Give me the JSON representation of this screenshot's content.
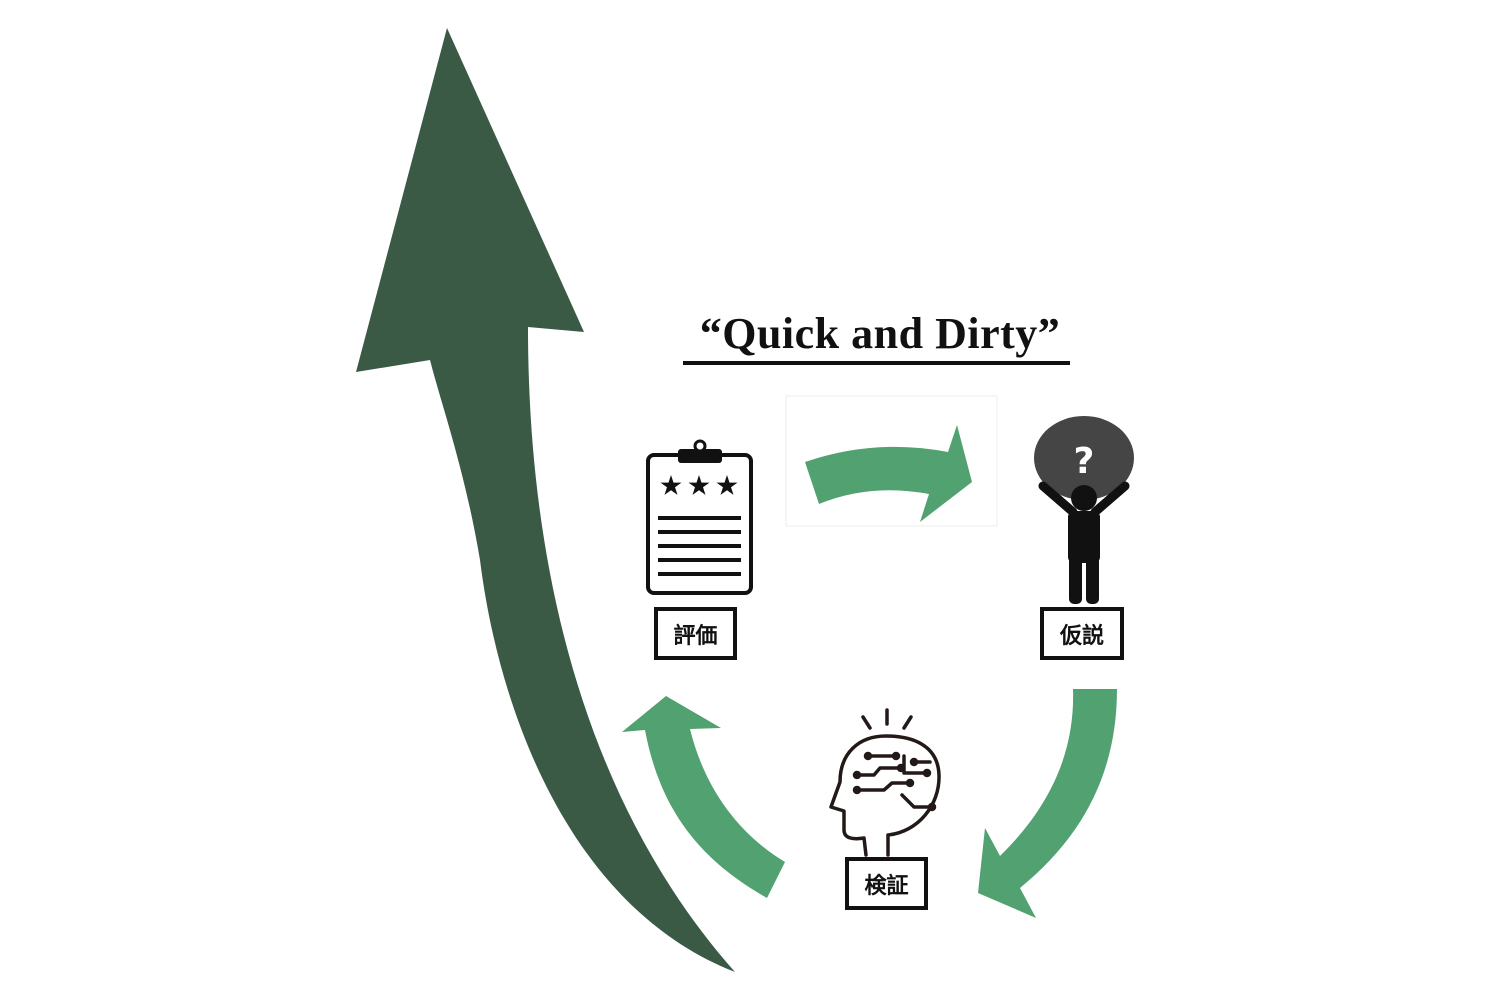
{
  "title": "“Quick and Dirty”",
  "stages": {
    "evaluation": {
      "label": "評価",
      "icon": "clipboard-rating-icon"
    },
    "hypothesis": {
      "label": "仮説",
      "icon": "person-question-icon"
    },
    "verification": {
      "label": "検証",
      "icon": "brain-circuit-head-icon"
    }
  },
  "question_mark": "?",
  "colors": {
    "big_arrow": "#3a5a45",
    "cycle_arrow": "#52a171",
    "ink": "#111111",
    "bubble": "#454545"
  }
}
